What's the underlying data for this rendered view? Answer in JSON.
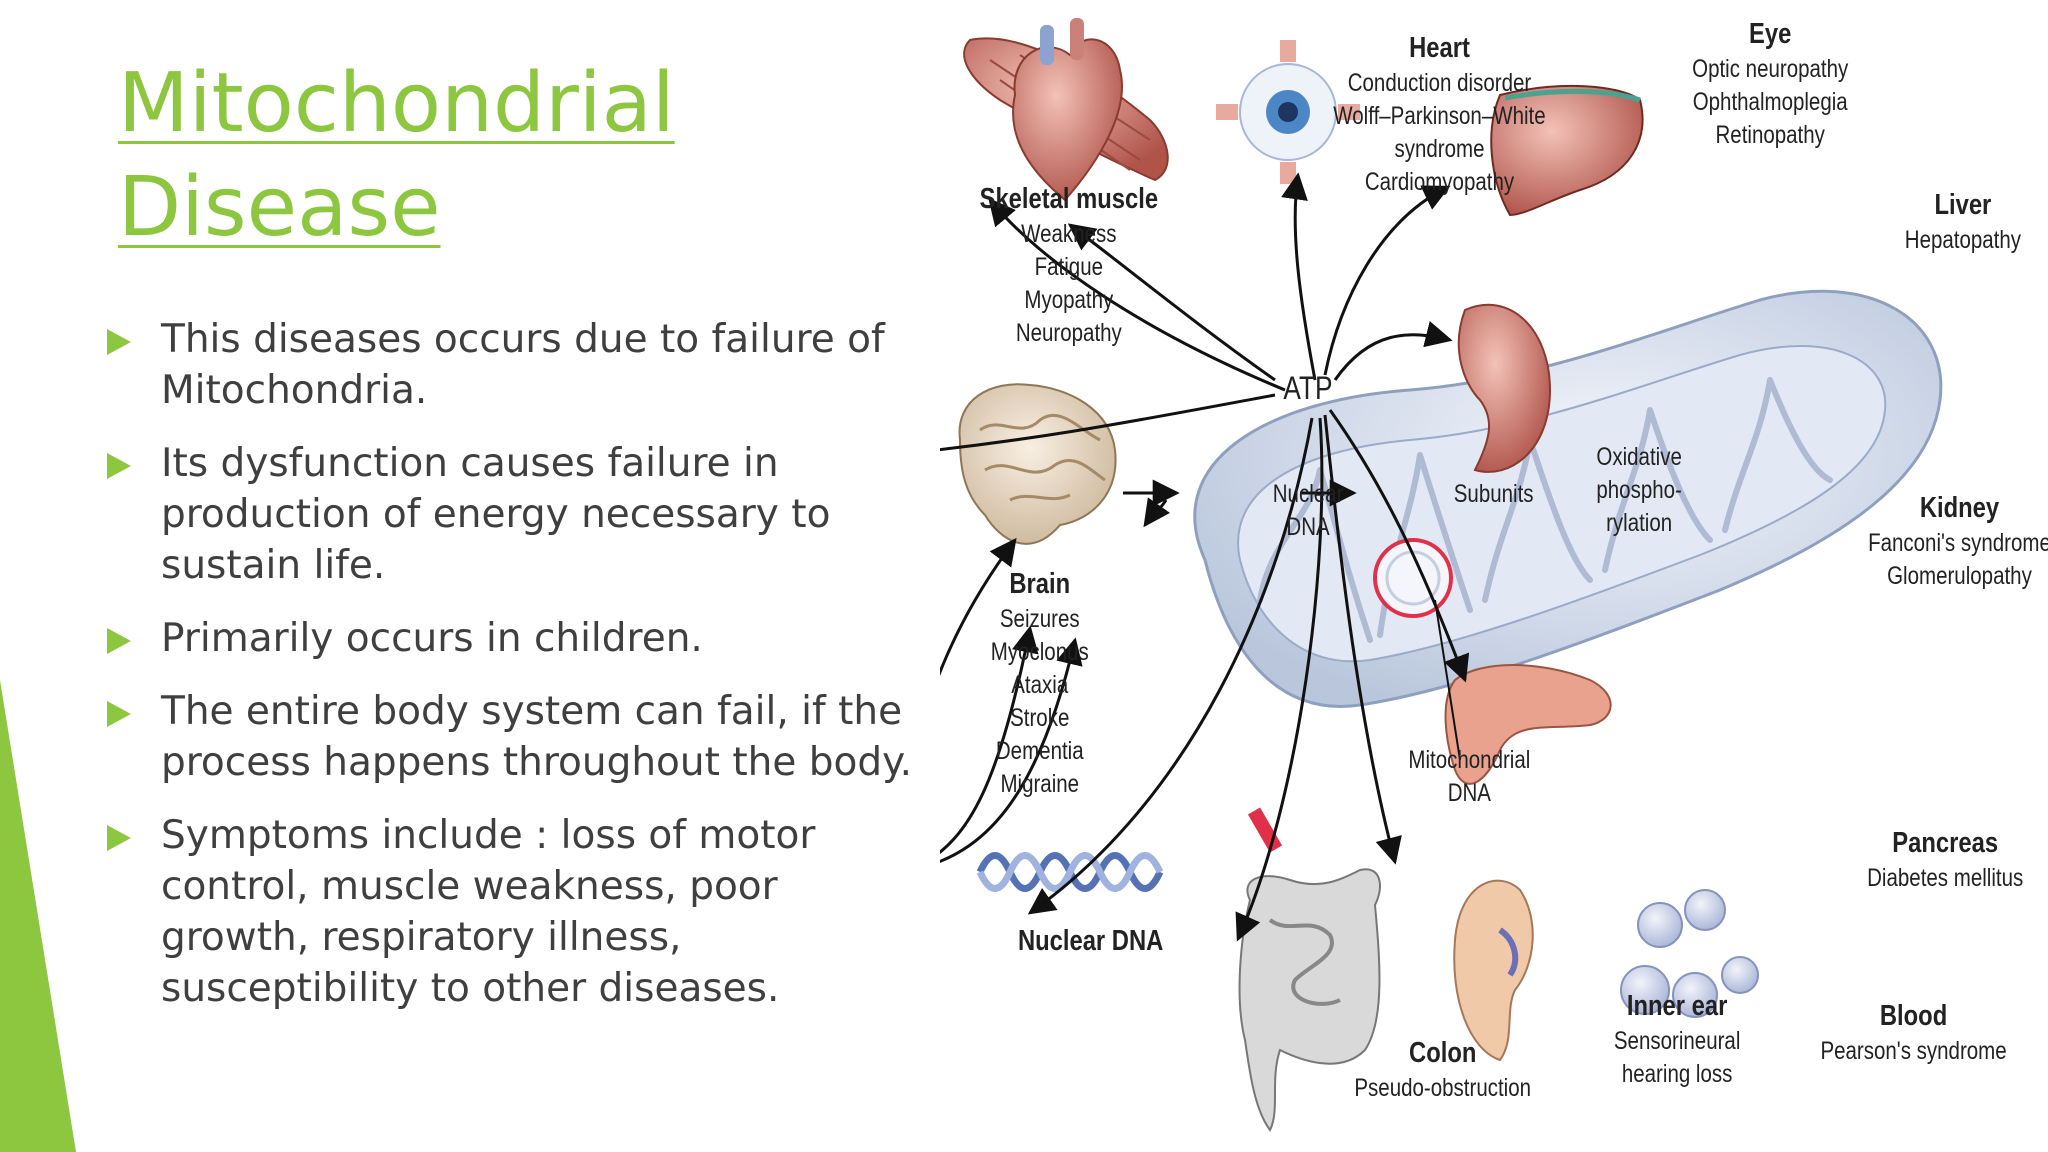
{
  "slide": {
    "title_lines": [
      "Mitochondrial",
      "Disease"
    ],
    "accent_color": "#8dc63f",
    "bullets": [
      "This diseases occurs due to failure of Mitochondria.",
      "Its dysfunction causes failure in production of energy necessary to sustain life.",
      "Primarily occurs in children.",
      "The entire body system can fail, if the process happens throughout the body.",
      "Symptoms include : loss of motor control, muscle weakness, poor growth, respiratory illness, susceptibility to other diseases."
    ]
  },
  "diagram": {
    "center": {
      "atp": "ATP",
      "nuclear_dna": [
        "Nuclear",
        "DNA"
      ],
      "subunits": "Subunits",
      "oxphos": [
        "Oxidative",
        "phospho-",
        "rylation"
      ],
      "mito_dna": [
        "Mitochondrial",
        "DNA"
      ],
      "bottom_nuclear_dna": "Nuclear DNA"
    },
    "organs": {
      "skeletal_muscle": {
        "title": "Skeletal muscle",
        "lines": [
          "Weakness",
          "Fatigue",
          "Myopathy",
          "Neuropathy"
        ]
      },
      "heart": {
        "title": "Heart",
        "lines": [
          "Conduction disorder",
          "Wolff–Parkinson–White",
          "syndrome",
          "Cardiomyopathy"
        ]
      },
      "eye": {
        "title": "Eye",
        "lines": [
          "Optic neuropathy",
          "Ophthalmoplegia",
          "Retinopathy"
        ]
      },
      "liver": {
        "title": "Liver",
        "lines": [
          "Hepatopathy"
        ]
      },
      "brain": {
        "title": "Brain",
        "lines": [
          "Seizures",
          "Myoclonus",
          "Ataxia",
          "Stroke",
          "Dementia",
          "Migraine"
        ]
      },
      "kidney": {
        "title": "Kidney",
        "lines": [
          "Fanconi's syndrome",
          "Glomerulopathy"
        ]
      },
      "pancreas": {
        "title": "Pancreas",
        "lines": [
          "Diabetes mellitus"
        ]
      },
      "colon": {
        "title": "Colon",
        "lines": [
          "Pseudo-obstruction"
        ]
      },
      "inner_ear": {
        "title": "Inner ear",
        "lines": [
          "Sensorineural",
          "hearing loss"
        ]
      },
      "blood": {
        "title": "Blood",
        "lines": [
          "Pearson's syndrome"
        ]
      }
    }
  }
}
